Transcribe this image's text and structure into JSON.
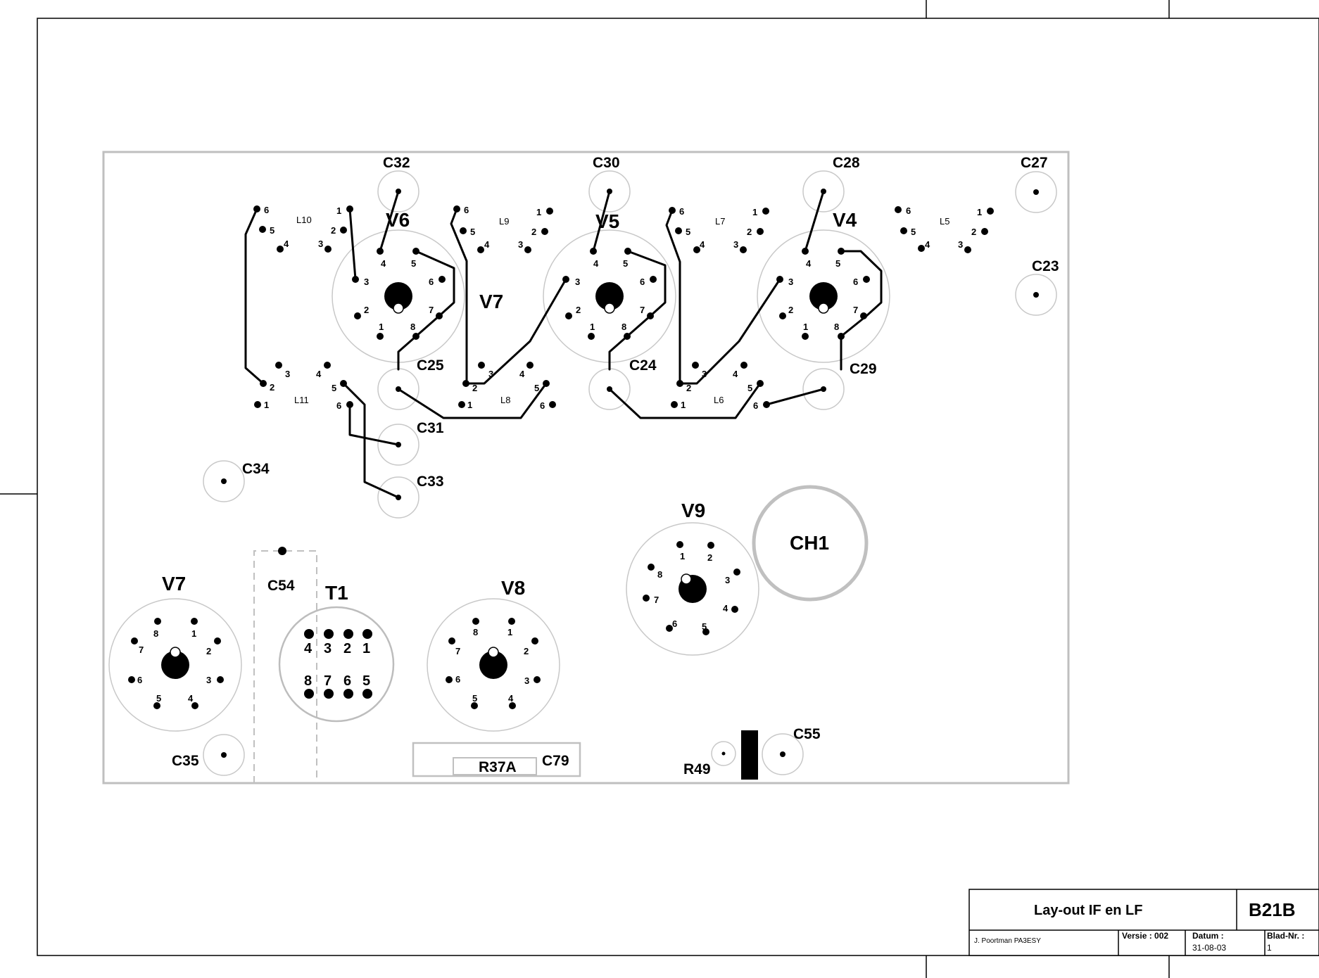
{
  "diagram": {
    "valves": {
      "v6": "V6",
      "v5": "V5",
      "v4": "V4",
      "v7_upper": "V7",
      "v7_lower": "V7",
      "v8": "V8",
      "v9": "V9"
    },
    "components": {
      "c32": "C32",
      "c30": "C30",
      "c28": "C28",
      "c27": "C27",
      "c23": "C23",
      "c25": "C25",
      "c24": "C24",
      "c29": "C29",
      "c31": "C31",
      "c33": "C33",
      "c34": "C34",
      "c54": "C54",
      "c35": "C35",
      "c79": "C79",
      "c55": "C55",
      "r37a": "R37A",
      "r49": "R49",
      "t1": "T1",
      "ch1": "CH1"
    },
    "coils": {
      "l10": "L10",
      "l9": "L9",
      "l7": "L7",
      "l5": "L5",
      "l11": "L11",
      "l8": "L8",
      "l6": "L6"
    },
    "pin_numbers": [
      "1",
      "2",
      "3",
      "4",
      "5",
      "6",
      "7",
      "8"
    ]
  },
  "title_block": {
    "title": "Lay-out  IF en LF",
    "drawing_number": "B21B",
    "author": "J. Poortman   PA3ESY",
    "version": "Versie : 002",
    "date_label": "Datum :",
    "date_value": "31-08-03",
    "sheet_label": "Blad-Nr. :",
    "sheet_value": "1"
  }
}
